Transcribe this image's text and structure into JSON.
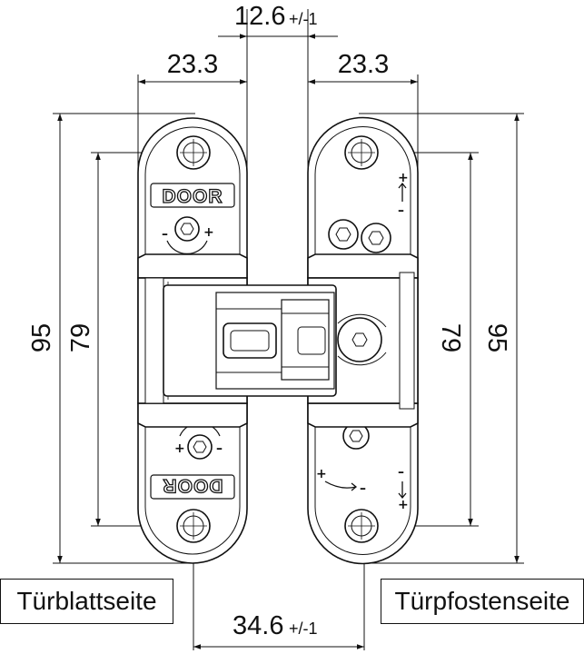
{
  "dimensions": {
    "top_gap": {
      "value": "12.6",
      "tolerance": "+/-1"
    },
    "left_width": "23.3",
    "right_width": "23.3",
    "bottom_gap": {
      "value": "34.6",
      "tolerance": "+/-1"
    },
    "left_height_outer": "95",
    "left_height_inner": "79",
    "right_height_inner": "79",
    "right_height_outer": "95"
  },
  "labels": {
    "door_side": "Türblattseite",
    "frame_side": "Türpfostenseite",
    "door_mark_top": "DOOR",
    "door_mark_bottom": "DOOR",
    "plus": "+",
    "minus": "–"
  }
}
